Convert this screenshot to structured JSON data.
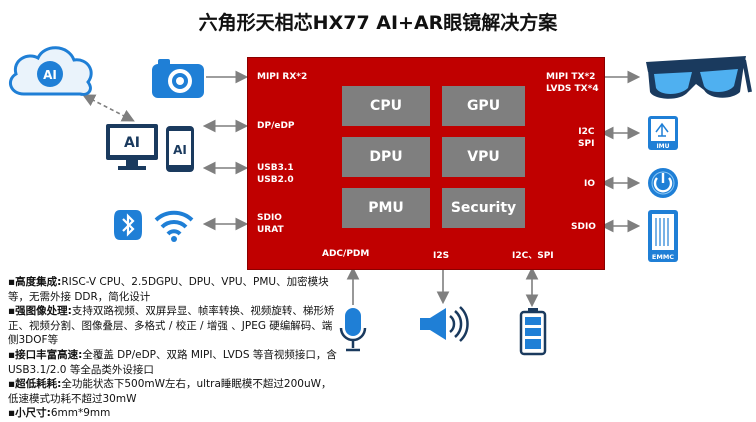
{
  "title": "六角形天相芯HX77 AI+AR眼镜解决方案",
  "chip": {
    "blocks": [
      "CPU",
      "GPU",
      "DPU",
      "VPU",
      "PMU",
      "Security"
    ],
    "left_ports": [
      "MIPI RX*2",
      "DP/eDP",
      "USB3.1\nUSB2.0",
      "SDIO\nURAT"
    ],
    "right_ports": [
      "MIPI TX*2\nLVDS TX*4",
      "I2C\nSPI",
      "IO",
      "SDIO"
    ],
    "bottom_ports": [
      "ADC/PDM",
      "I2S",
      "I2C、SPI"
    ]
  },
  "icons": {
    "cloud": "AI",
    "monitor": "AI",
    "phone": "AI",
    "imu": "IMU",
    "emmc": "EMMC"
  },
  "features": [
    {
      "label": "高度集成:",
      "text": "RISC-V CPU、2.5DGPU、DPU、VPU、PMU、加密模块等，无需外接 DDR，简化设计"
    },
    {
      "label": "强图像处理:",
      "text": "支持双路视频、双屏异显、帧率转换、视频旋转、梯形矫正、视频分割、图像叠层、多格式 / 校正 / 增强 、JPEG 硬编解码、端侧3DOF等"
    },
    {
      "label": "接口丰富高速:",
      "text": "全覆盖 DP/eDP、双路 MIPI、LVDS 等音视频接口，含 USB3.1/2.0 等全品类外设接口"
    },
    {
      "label": "超低耗耗:",
      "text": "全功能状态下500mW左右，ultra睡眠模不超过200uW，低速模式功耗不超过30mW"
    },
    {
      "label": "小尺寸:",
      "text": "6mm*9mm"
    }
  ],
  "colors": {
    "chip": "#c00000",
    "block": "#7f7f7f",
    "icon_blue": "#1f7fd6",
    "arrow": "#7f7f7f"
  }
}
